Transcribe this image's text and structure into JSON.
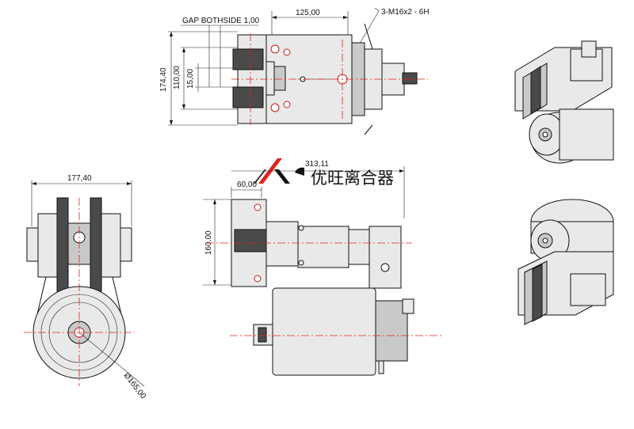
{
  "logo": {
    "brand_cn": "优旺离合器",
    "brand_mark": "HAC",
    "colors": {
      "accent": "#e0241b",
      "mark": "#111111"
    }
  },
  "top_view": {
    "gap_label": "GAP BOTHSIDE 1,00",
    "width_label": "125,00",
    "thread_label": "3-M16x2 - 6H",
    "height_total_label": "174,40",
    "height_inner_label": "110,00",
    "gap_height_label": "15,00"
  },
  "left_view": {
    "width_label": "177,40",
    "diameter_label": "Ø165,00"
  },
  "side_view": {
    "total_width_label": "313,11",
    "flange_width_label": "60,00",
    "height_label": "160,00"
  }
}
